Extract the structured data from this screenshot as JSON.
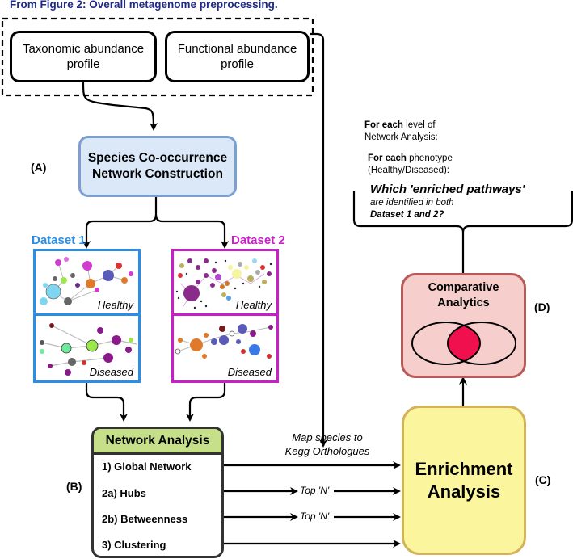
{
  "header": {
    "title": "From Figure 2: Overall metagenome preprocessing."
  },
  "inputs": {
    "taxonomic": "Taxonomic abundance profile",
    "functional": "Functional abundance profile"
  },
  "step_a": {
    "letter": "(A)",
    "title_line1": "Species Co-occurrence",
    "title_line2": "Network Construction"
  },
  "datasets": [
    {
      "name": "Dataset 1",
      "color": "#2a8ee8",
      "healthy": "Healthy",
      "diseased": "Diseased"
    },
    {
      "name": "Dataset 2",
      "color": "#c81fc8",
      "healthy": "Healthy",
      "diseased": "Diseased"
    }
  ],
  "step_b": {
    "letter": "(B)",
    "title": "Network Analysis",
    "items": [
      "1) Global Network",
      "2a) Hubs",
      "2b) Betweenness",
      "3) Clustering"
    ],
    "top_n_label": "Top 'N'"
  },
  "mapping": {
    "line1": "Map species to",
    "line2": "Kegg Orthologues"
  },
  "step_c": {
    "letter": "(C)",
    "line1": "Enrichment",
    "line2": "Analysis"
  },
  "step_d": {
    "letter": "(D)",
    "line1": "Comparative",
    "line2": "Analytics",
    "overlap_color": "#f0104e"
  },
  "question": {
    "l1_bold": "For each",
    "l1_rest": " level of",
    "l2": "Network Analysis:",
    "l3_bold": "For each",
    "l3_rest": " phenotype",
    "l4": "(Healthy/Diseased):",
    "l5": "Which 'enriched pathways'",
    "l6": "are identified in both",
    "l7": "Dataset 1 and 2?"
  },
  "colors": {
    "species_fill": "#dbe8f8",
    "species_border": "#7a9fd0",
    "na_header": "#c6e08a",
    "enrich_fill": "#fbf59e",
    "enrich_border": "#d4b25a",
    "comp_fill": "#f6cfcd",
    "comp_border": "#b85b58"
  }
}
